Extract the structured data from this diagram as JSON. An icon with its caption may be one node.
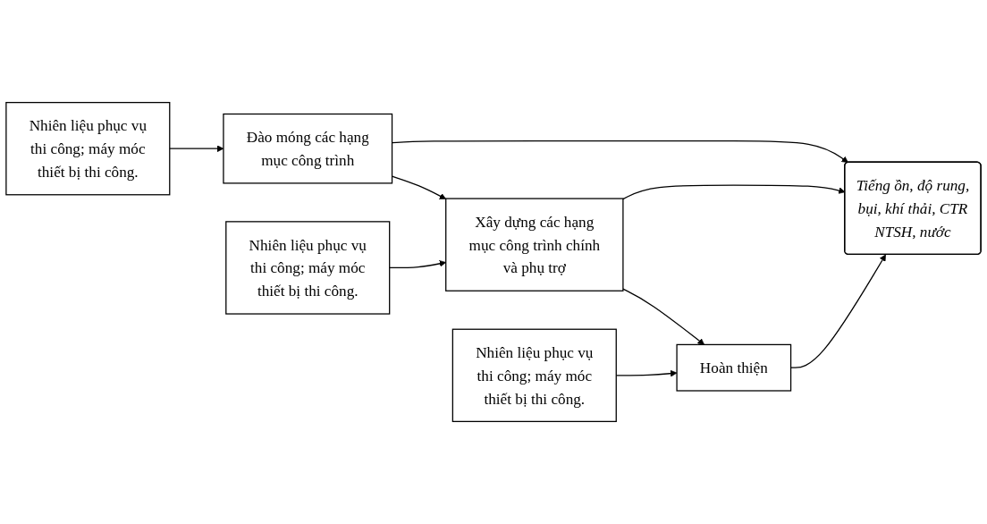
{
  "diagram": {
    "nodes": [
      {
        "text": [
          "Nhiên liệu phục vụ thi công; máy móc thiết bị thi công."
        ]
      },
      {
        "text": [
          "Đào móng các hạng mục công trình"
        ]
      },
      {
        "text": [
          "Nhiên liệu phục vụ thi công; máy móc thiết bị thi công."
        ]
      },
      {
        "text": [
          "Xây dựng các hạng mục công trình chính và phụ trợ"
        ]
      },
      {
        "text": [
          "Tiếng ồn, độ rung, bụi, khí thải, CTR NTSH, nước"
        ]
      },
      {
        "text": [
          "Nhiên liệu phục vụ thi công; máy móc thiết bị thi công."
        ]
      },
      {
        "text": [
          "Hoàn thiện"
        ]
      }
    ],
    "edges": [
      {
        "from": 0,
        "to": 1,
        "arrow": "to"
      },
      {
        "from": 1,
        "to": 4,
        "arrow": "to"
      },
      {
        "from": 1,
        "to": 3,
        "arrow": "to"
      },
      {
        "from": 2,
        "to": 3,
        "arrow": "to"
      },
      {
        "from": 3,
        "to": 4,
        "arrow": "to"
      },
      {
        "from": 3,
        "to": 6,
        "arrow": "to"
      },
      {
        "from": 5,
        "to": 6,
        "arrow": "to"
      },
      {
        "from": 6,
        "to": 4,
        "arrow": "to"
      }
    ]
  }
}
